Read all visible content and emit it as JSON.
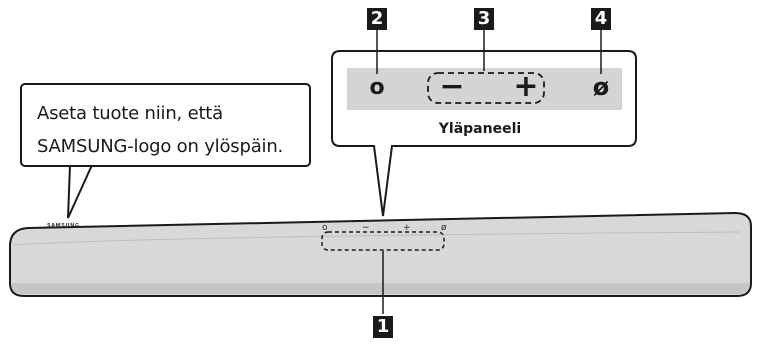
{
  "caption": {
    "line1": "Aseta tuote niin, että",
    "line2": "SAMSUNG-logo on ylöspäin."
  },
  "panel": {
    "title": "Yläpaneeli",
    "buttons": [
      {
        "symbol": "o",
        "name": "power-button-icon"
      },
      {
        "symbol": "−",
        "name": "volume-down-icon"
      },
      {
        "symbol": "+",
        "name": "volume-up-icon"
      },
      {
        "symbol": "ø",
        "name": "source-button-icon"
      }
    ]
  },
  "callouts": [
    "1",
    "2",
    "3",
    "4"
  ],
  "soundbar": {
    "logo": "SAMSUNG"
  },
  "colors": {
    "bar_fill": "#d8d8d8",
    "panel_fill": "#d4d4d4",
    "line": "#1a1a1a",
    "badge": "#1a1a1a"
  }
}
